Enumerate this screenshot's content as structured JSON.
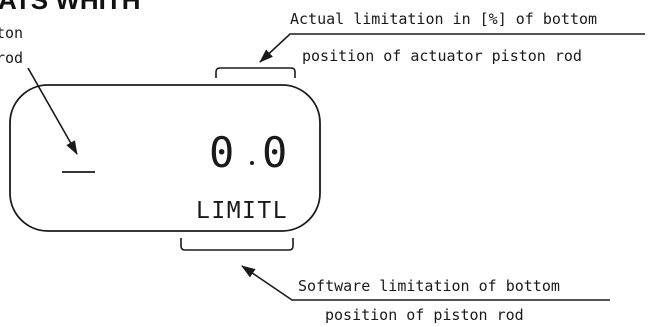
{
  "header_fragment": "ATS WHITH",
  "left_label": {
    "line1": "ton",
    "line2": "rod"
  },
  "display": {
    "value_left": "0",
    "value_right": "0",
    "label": "LIMITL"
  },
  "callout_top": {
    "line1": "Actual limitation in [%] of bottom",
    "line2": "position of actuator piston rod"
  },
  "callout_bottom": {
    "line1": "Software limitation of bottom",
    "line2": "position of piston rod"
  },
  "colors": {
    "ink": "#1a1a1a",
    "background": "#ffffff"
  }
}
